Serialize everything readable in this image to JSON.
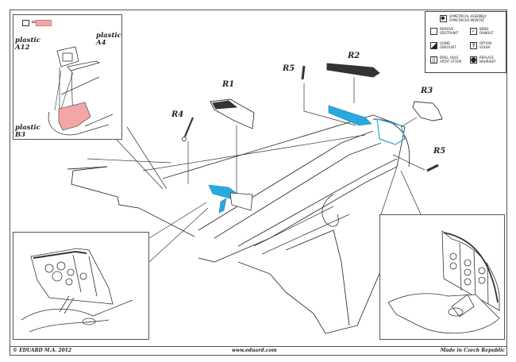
{
  "legend": {
    "items": [
      {
        "icon": "symmetrical-assembly-icon",
        "line1": "SYMETRICAL ASSEMBLY",
        "line2": "SYMETRICKÁ MONTÁŽ"
      },
      {
        "icon": "remove-icon",
        "line1": "REMOVE",
        "line2": "ODSTRANIT"
      },
      {
        "icon": "bend-icon",
        "line1": "BEND",
        "line2": "OHNOUT"
      },
      {
        "icon": "grind-icon",
        "line1": "GRIND",
        "line2": "OBROUSIT"
      },
      {
        "icon": "option-icon",
        "line1": "OPTION",
        "line2": "VOLBA",
        "glyph": "?"
      },
      {
        "icon": "drill-hole-icon",
        "line1": "DRILL HOLE",
        "line2": "VRTAT OTVOR"
      },
      {
        "icon": "replace-icon",
        "line1": "REPLACE",
        "line2": "NAHRADIT"
      }
    ]
  },
  "inset_top_left": {
    "key_equals": "=",
    "key_color": "#f4a6a6",
    "labels": [
      {
        "line1": "plastic",
        "line2": "A12"
      },
      {
        "line1": "plastic",
        "line2": "A4"
      },
      {
        "line1": "plastic",
        "line2": "B3"
      }
    ]
  },
  "parts": {
    "r1": "R1",
    "r2": "R2",
    "r3": "R3",
    "r4": "R4",
    "r5_top": "R5",
    "r5_right": "R5"
  },
  "colors": {
    "etched_part_blue": "#29a9e0",
    "removed_area_pink": "#f4a6a6",
    "line": "#333333"
  },
  "footer": {
    "copyright": "© EDUARD  M.A. 2012",
    "website": "www.eduard.com",
    "made_in": "Made in Czech Republic"
  }
}
